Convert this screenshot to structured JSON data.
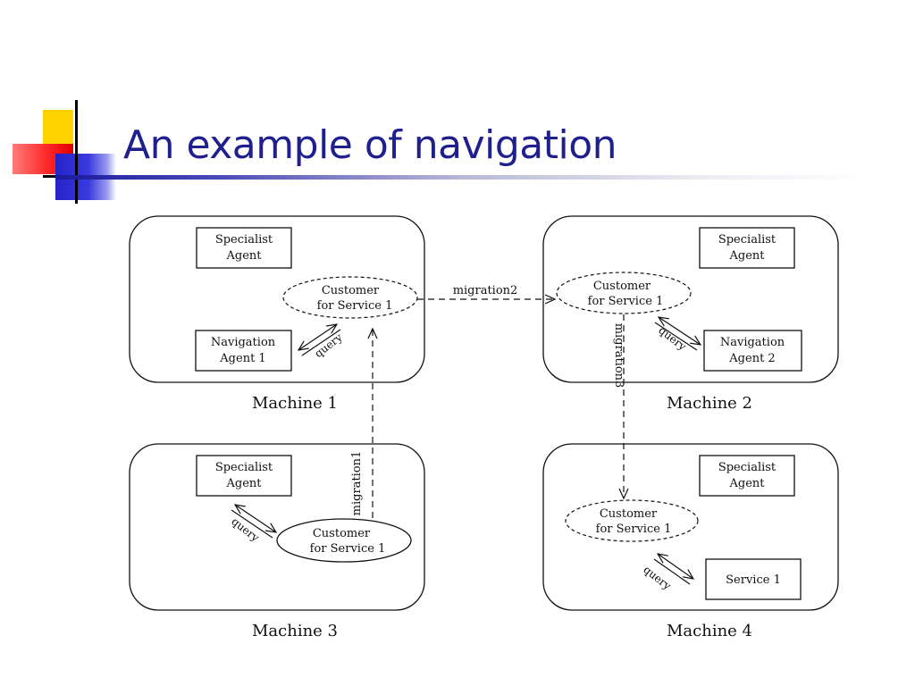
{
  "slide": {
    "title": "An example of navigation"
  },
  "machines": [
    {
      "label": "Machine 1",
      "specialist": [
        "Specialist",
        "Agent"
      ],
      "customer": [
        "Customer",
        "for Service 1"
      ],
      "other": [
        "Navigation",
        "Agent 1"
      ]
    },
    {
      "label": "Machine 2",
      "specialist": [
        "Specialist",
        "Agent"
      ],
      "customer": [
        "Customer",
        "for Service 1"
      ],
      "other": [
        "Navigation",
        "Agent 2"
      ]
    },
    {
      "label": "Machine 3",
      "specialist": [
        "Specialist",
        "Agent"
      ],
      "customer": [
        "Customer",
        "for Service 1"
      ]
    },
    {
      "label": "Machine 4",
      "specialist": [
        "Specialist",
        "Agent"
      ],
      "customer": [
        "Customer",
        "for Service 1"
      ],
      "other": [
        "Service 1"
      ]
    }
  ],
  "edges": {
    "migration1": "migration1",
    "migration2": "migration2",
    "migration3": "migration3",
    "query": "query"
  }
}
